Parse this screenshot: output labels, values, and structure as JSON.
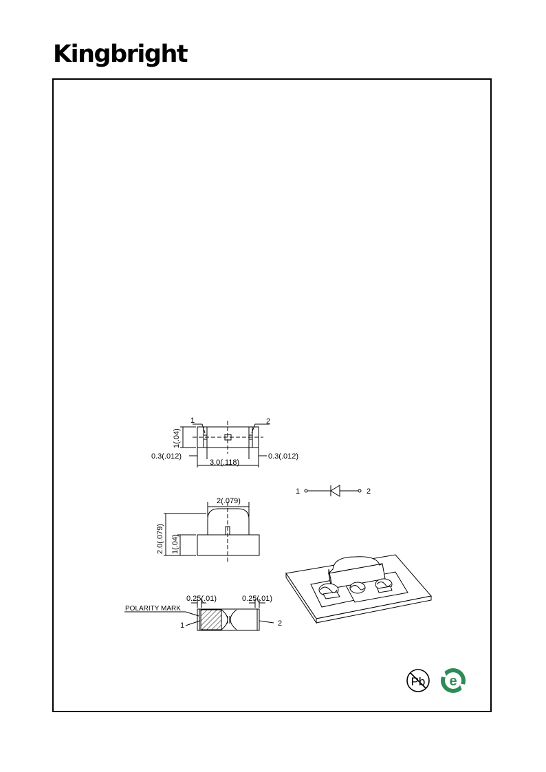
{
  "brand": {
    "name": "Kingbright"
  },
  "top_view": {
    "pin1": "1",
    "pin2": "2",
    "height_dim": "1(.04)",
    "left_pad_dim": "0.3(.012)",
    "right_pad_dim": "0.3(.012)",
    "length_dim": "3.0(.118)"
  },
  "circuit": {
    "pin1": "1",
    "pin2": "2"
  },
  "side_view": {
    "width_dim": "2(.079)",
    "total_height_dim": "2.0(.079)",
    "body_height_dim": "1(.04)"
  },
  "bottom_view": {
    "left_pad_dim": "0.25(.01)",
    "right_pad_dim": "0.25(.01)",
    "polarity_label": "POLARITY MARK",
    "pin1": "1",
    "pin2": "2"
  },
  "badges": {
    "lead_free_icon": "Pb",
    "eco_icon": "e"
  },
  "colors": {
    "eco_green": "#2e8b57",
    "line": "#000000"
  }
}
